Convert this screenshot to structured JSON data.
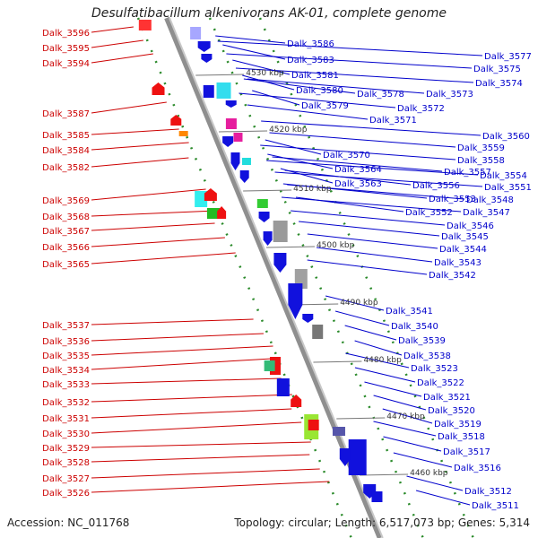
{
  "title": "Desulfatibacillum alkenivorans AK-01, complete genome",
  "footer": {
    "accession": "Accession: NC_011768",
    "summary": "Topology: circular; Length: 6,517,073 bp; Genes: 5,314"
  },
  "colors": {
    "backbone": "#8f8f8f",
    "left_labels": "#cc0000",
    "right_labels": "#0000cc",
    "dotted_tracks": "#2a8a2a",
    "forward_genes": "#ee1111",
    "reverse_genes": "#1111dd"
  },
  "kbp_markers": [
    "4530 kbp",
    "4520 kbp",
    "4510 kbp",
    "4500 kbp",
    "4490 kbp",
    "4480 kbp",
    "4470 kbp",
    "4460 kbp"
  ],
  "left_labels": [
    "Dalk_3596",
    "Dalk_3595",
    "Dalk_3594",
    "Dalk_3587",
    "Dalk_3585",
    "Dalk_3584",
    "Dalk_3582",
    "Dalk_3569",
    "Dalk_3568",
    "Dalk_3567",
    "Dalk_3566",
    "Dalk_3565",
    "Dalk_3537",
    "Dalk_3536",
    "Dalk_3535",
    "Dalk_3534",
    "Dalk_3533",
    "Dalk_3532",
    "Dalk_3531",
    "Dalk_3530",
    "Dalk_3529",
    "Dalk_3528",
    "Dalk_3527",
    "Dalk_3526"
  ],
  "right_labels": [
    "Dalk_3586",
    "Dalk_3583",
    "Dalk_3581",
    "Dalk_3580",
    "Dalk_3579",
    "Dalk_3577",
    "Dalk_3575",
    "Dalk_3574",
    "Dalk_3578",
    "Dalk_3573",
    "Dalk_3572",
    "Dalk_3571",
    "Dalk_3570",
    "Dalk_3560",
    "Dalk_3559",
    "Dalk_3558",
    "Dalk_3564",
    "Dalk_3557",
    "Dalk_3563",
    "Dalk_3556",
    "Dalk_3554",
    "Dalk_3551",
    "Dalk_3553",
    "Dalk_3548",
    "Dalk_3552",
    "Dalk_3547",
    "Dalk_3546",
    "Dalk_3545",
    "Dalk_3544",
    "Dalk_3543",
    "Dalk_3542",
    "Dalk_3541",
    "Dalk_3540",
    "Dalk_3539",
    "Dalk_3538",
    "Dalk_3523",
    "Dalk_3522",
    "Dalk_3521",
    "Dalk_3520",
    "Dalk_3519",
    "Dalk_3518",
    "Dalk_3517",
    "Dalk_3516",
    "Dalk_3512",
    "Dalk_3511"
  ]
}
